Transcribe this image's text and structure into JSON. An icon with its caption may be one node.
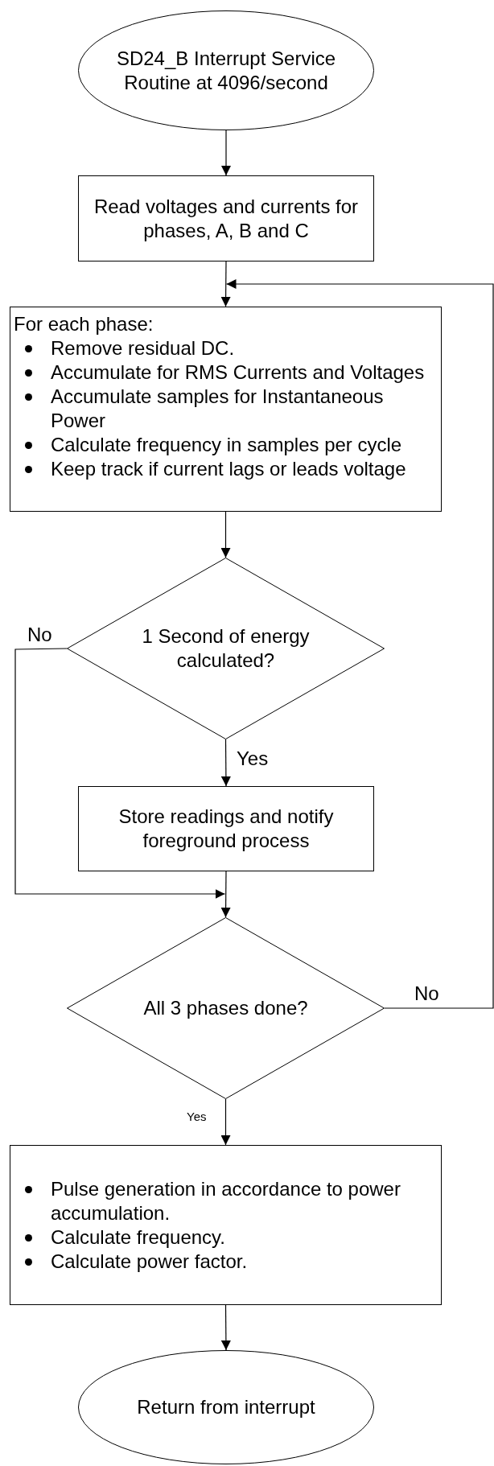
{
  "diagram": {
    "nodes": [
      {
        "text": [
          "SD24_B Interrupt Service Routine at 4096/second"
        ]
      },
      {
        "text": [
          "Read voltages and currents for phases, A, B and C"
        ]
      },
      {
        "text": [
          "For each phase:",
          "Remove residual DC.",
          "Accumulate for RMS Currents and Voltages",
          "Accumulate samples for Instantaneous Power",
          "Calculate frequency in samples per cycle",
          "Keep track if current lags or leads voltage"
        ]
      },
      {
        "text": [
          "1 Second of energy calculated?"
        ]
      },
      {
        "text": [
          "Store readings and notify foreground process"
        ]
      },
      {
        "text": [
          "All 3 phases done?"
        ]
      },
      {
        "text": [
          "Pulse generation in accordance to power accumulation.",
          "Calculate frequency.",
          "Calculate power factor."
        ]
      },
      {
        "text": [
          "Return from interrupt"
        ]
      }
    ],
    "edges": [
      {
        "from": 0,
        "to": 1,
        "arrow": "to"
      },
      {
        "from": 1,
        "to": 2,
        "arrow": "to"
      },
      {
        "from": 2,
        "to": 3,
        "arrow": "to"
      },
      {
        "from": 3,
        "to": 4,
        "arrow": "to",
        "label": "Yes"
      },
      {
        "from": 3,
        "to": 5,
        "arrow": "to",
        "label": "No"
      },
      {
        "from": 4,
        "to": 5,
        "arrow": "to"
      },
      {
        "from": 5,
        "to": 2,
        "arrow": "to",
        "label": "No"
      },
      {
        "from": 5,
        "to": 6,
        "arrow": "to",
        "label": "Yes"
      },
      {
        "from": 6,
        "to": 7,
        "arrow": "to"
      }
    ]
  }
}
